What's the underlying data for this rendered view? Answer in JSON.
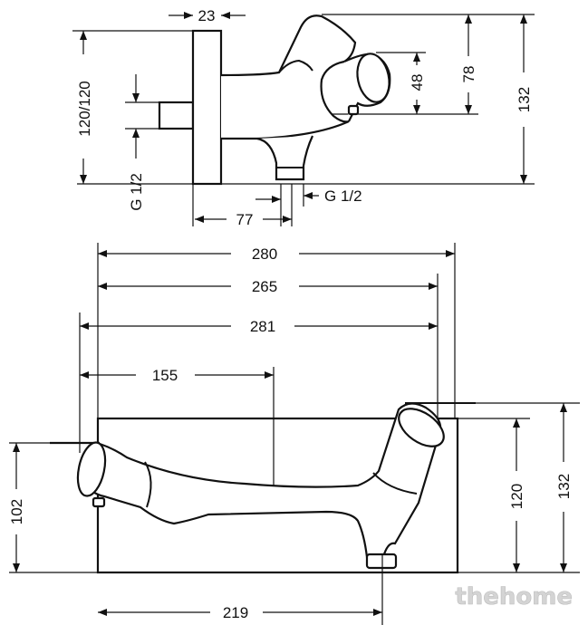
{
  "side_view": {
    "dim_plate_depth": "23",
    "dim_wall_height": "120/120",
    "dim_inlet_thread": "G 1/2",
    "dim_outlet_thread": "G 1/2",
    "dim_outlet_projection": "77",
    "dim_knob_height": "48",
    "dim_lever_to_axis": "78",
    "dim_total_height": "132"
  },
  "front_view": {
    "dim_280": "280",
    "dim_265": "265",
    "dim_281": "281",
    "dim_155": "155",
    "dim_102": "102",
    "dim_120": "120",
    "dim_132": "132",
    "dim_219": "219"
  },
  "watermark": "thehome"
}
